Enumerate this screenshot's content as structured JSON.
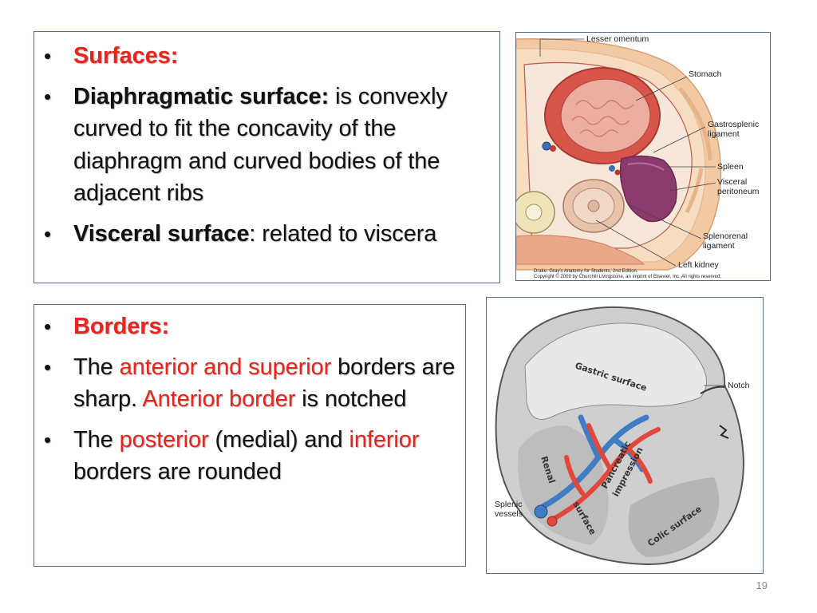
{
  "surfaces": {
    "heading": "Surfaces:",
    "diaphragmatic_term": "Diaphragmatic surface:",
    "diaphragmatic_text": " is convexly curved to fit the concavity of the diaphragm and curved bodies of the adjacent ribs",
    "visceral_term": "Visceral surface",
    "visceral_text": ": related to viscera"
  },
  "borders": {
    "heading": "Borders:",
    "item1": {
      "the": "The ",
      "red1": "anterior and superior",
      "mid": " borders are sharp. ",
      "red2": "Anterior border",
      "end": " is notched"
    },
    "item2": {
      "the": "The ",
      "red1": "posterior",
      "mid": " (medial) and ",
      "red2": "inferior",
      "end": " borders are rounded"
    }
  },
  "cross_section_figure": {
    "labels": {
      "lesser_omentum": "Lesser omentum",
      "stomach": "Stomach",
      "gastrosplenic_1": "Gastrosplenic",
      "gastrosplenic_2": "ligament",
      "spleen": "Spleen",
      "visceral_1": "Visceral",
      "visceral_2": "peritoneum",
      "splenorenal_1": "Splenorenal",
      "splenorenal_2": "ligament",
      "left_kidney": "Left kidney"
    },
    "caption_line1": "Drake: Gray's Anatomy for Students, 2nd Edition.",
    "caption_line2": "Copyright © 2009 by Churchill Livingstone, an imprint of Elsevier, Inc. All rights reserved."
  },
  "spleen_figure": {
    "labels": {
      "gastric_surface": "Gastric surface",
      "notch": "Notch",
      "renal": "Renal",
      "surface_renal": "surface",
      "pancreatic": "Pancreatic",
      "impression": "impression",
      "splenic_1": "Splenic",
      "splenic_2": "vessels",
      "colic_surface": "Colic surface"
    }
  },
  "page_number": "19",
  "colors": {
    "accent_red": "#e8241e",
    "frame_border": "#5a6e8c"
  }
}
